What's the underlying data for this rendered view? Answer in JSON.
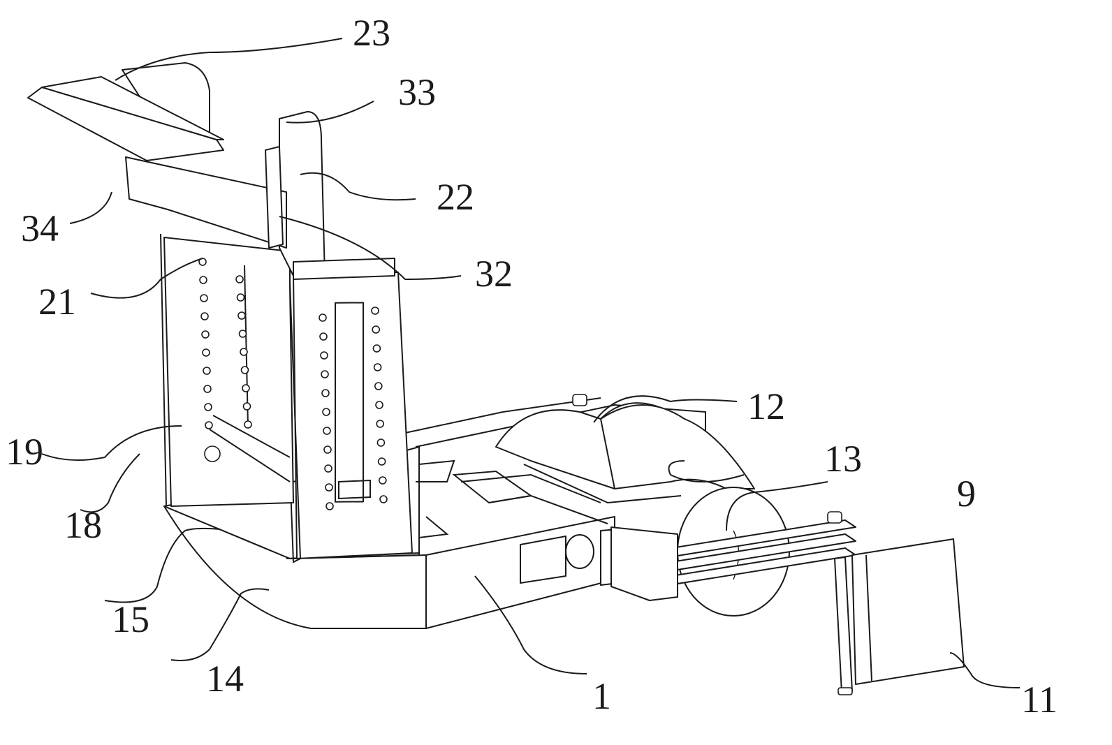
{
  "figure": {
    "type": "patent-style mechanical perspective line drawing",
    "line_color": "#1a1a1a",
    "background": "#ffffff"
  },
  "labels": [
    {
      "id": "23",
      "text": "23"
    },
    {
      "id": "33",
      "text": "33"
    },
    {
      "id": "22",
      "text": "22"
    },
    {
      "id": "34",
      "text": "34"
    },
    {
      "id": "32",
      "text": "32"
    },
    {
      "id": "21",
      "text": "21"
    },
    {
      "id": "12",
      "text": "12"
    },
    {
      "id": "13",
      "text": "13"
    },
    {
      "id": "9",
      "text": "9"
    },
    {
      "id": "19",
      "text": "19"
    },
    {
      "id": "18",
      "text": "18"
    },
    {
      "id": "15",
      "text": "15"
    },
    {
      "id": "14",
      "text": "14"
    },
    {
      "id": "1",
      "text": "1"
    },
    {
      "id": "11",
      "text": "11"
    }
  ]
}
